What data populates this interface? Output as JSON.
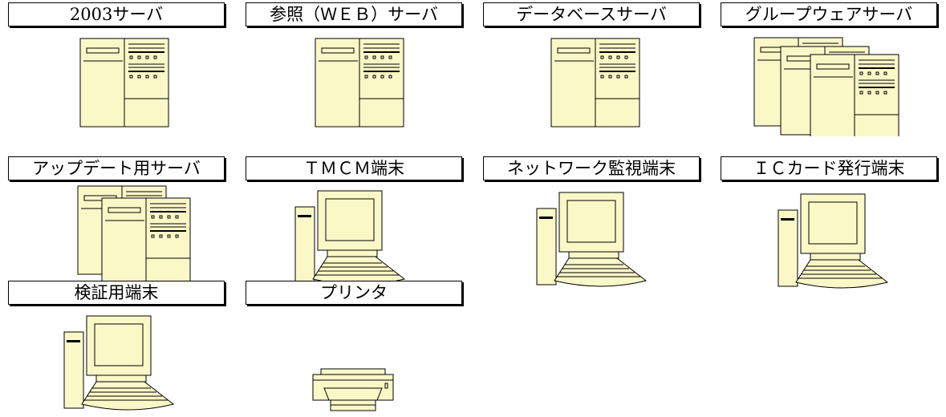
{
  "nodes": [
    {
      "label": "2003サーバ",
      "icon": "server-icon"
    },
    {
      "label": "参照（ＷＥＢ）サーバ",
      "icon": "server-icon"
    },
    {
      "label": "データベースサーバ",
      "icon": "server-icon"
    },
    {
      "label": "グループウェアサーバ",
      "icon": "server-stack-icon"
    },
    {
      "label": "アップデート用サーバ",
      "icon": "server-pair-icon"
    },
    {
      "label": "ＴＭＣＭ端末",
      "icon": "pc-terminal-icon"
    },
    {
      "label": "ネットワーク監視端末",
      "icon": "pc-terminal-icon"
    },
    {
      "label": "ＩＣカード発行端末",
      "icon": "pc-terminal-icon"
    },
    {
      "label": "検証用端末",
      "icon": "pc-terminal-icon"
    },
    {
      "label": "プリンタ",
      "icon": "printer-icon"
    }
  ],
  "colors": {
    "icon_fill": "#fbf8c8",
    "line": "#000000"
  }
}
